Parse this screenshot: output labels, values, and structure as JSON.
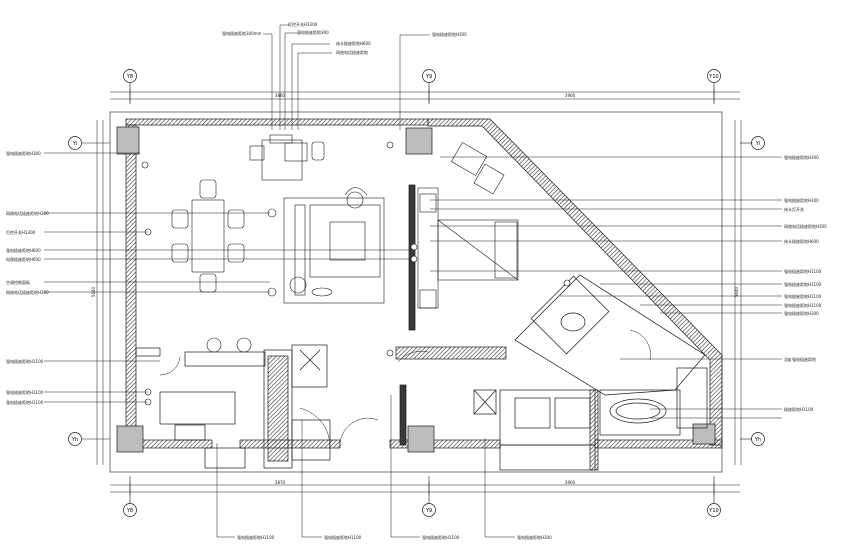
{
  "axes": {
    "top": [
      {
        "id": "ax-y8-top",
        "label": "Y8"
      },
      {
        "id": "ax-y9-top",
        "label": "Y9"
      },
      {
        "id": "ax-y10-top",
        "label": "Y10"
      }
    ],
    "bottom": [
      {
        "id": "ax-y8-bot",
        "label": "Y8"
      },
      {
        "id": "ax-y9-bot",
        "label": "Y9"
      },
      {
        "id": "ax-y10-bot",
        "label": "Y10"
      }
    ],
    "left": [
      {
        "id": "ax-yi-left",
        "label": "Yi"
      },
      {
        "id": "ax-yh-left",
        "label": "Yh"
      }
    ],
    "right": [
      {
        "id": "ax-yi-right",
        "label": "Yi"
      },
      {
        "id": "ax-yh-right",
        "label": "Yh"
      }
    ]
  },
  "dimensions": {
    "top_left": "3860",
    "top_right": "3900",
    "bottom_left": "3870",
    "bottom_right": "3900",
    "left_side": "5640",
    "right_side": "5640"
  },
  "callouts": {
    "top_1": "强电插座距地300mm",
    "top_2": "灯控开关H1300",
    "top_3": "弱电插座距地300",
    "top_4": "床头插座距地H600",
    "top_5": "网络电话插座距地",
    "top_6": "强电插座距地H300",
    "left_1": "强电插座距地H300",
    "left_2": "网络电话插座距地H300",
    "left_3": "灯控开关H1300",
    "left_4": "强电插座距地H600",
    "left_5": "电视插座距地H600",
    "left_6": "空调控制面板",
    "left_7": "网络电话插座距地H300",
    "left_8": "强电插座距地H1100",
    "left_9": "强电插座距地H1100",
    "left_10": "强电插座距地H1100",
    "right_1": "强电插座距地H300",
    "right_2": "强电插座距地H300",
    "right_3": "床头灯开关",
    "right_4": "网络电话插座距地H300",
    "right_5": "床头插座距地H600",
    "right_6": "强电插座距地H1100",
    "right_7": "强电插座距地H1100",
    "right_8": "强电插座距地H1100",
    "right_9": "强电插座距地H1100",
    "right_10": "强电插座距地H300",
    "right_11": "浴缸强电插座距地",
    "right_12": "插座距地H1100",
    "bottom_1": "强电插座距地H1100",
    "bottom_2": "强电插座距地H1100",
    "bottom_3": "强电插座距地H1100",
    "bottom_4": "强电插座距地H300"
  },
  "colors": {
    "line": "#1a1a1a",
    "wall_fill": "#3a3a3a",
    "column_fill": "#bdbdbd",
    "hatch": "#555555"
  }
}
